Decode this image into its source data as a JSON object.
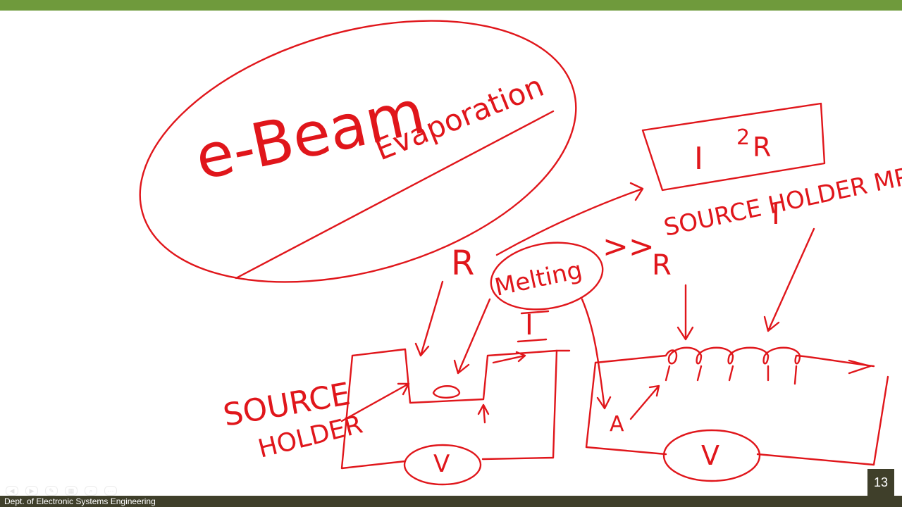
{
  "slide": {
    "ink_color": "#e0161b",
    "header_color": "#6f9a3c",
    "footer_color": "#3f3f2a",
    "page_number": "13",
    "footer": "Dept. of Electronic Systems Engineering"
  },
  "annotations": {
    "title_line1": "e-Beam",
    "title_line2": "Evaporation",
    "formula_i": "I",
    "formula_sup": "2",
    "formula_r": "R",
    "resistance_left": "R",
    "resistance_right": "R",
    "melting": "Melting",
    "current_top": "I",
    "current_right": "I",
    "comparison": ">>",
    "source_holder_mp": "SOURCE HOLDER MP",
    "source_label": "SOURCE",
    "holder_label": "HOLDER",
    "voltage_left": "V",
    "voltage_right": "V",
    "filament_label": "A"
  }
}
